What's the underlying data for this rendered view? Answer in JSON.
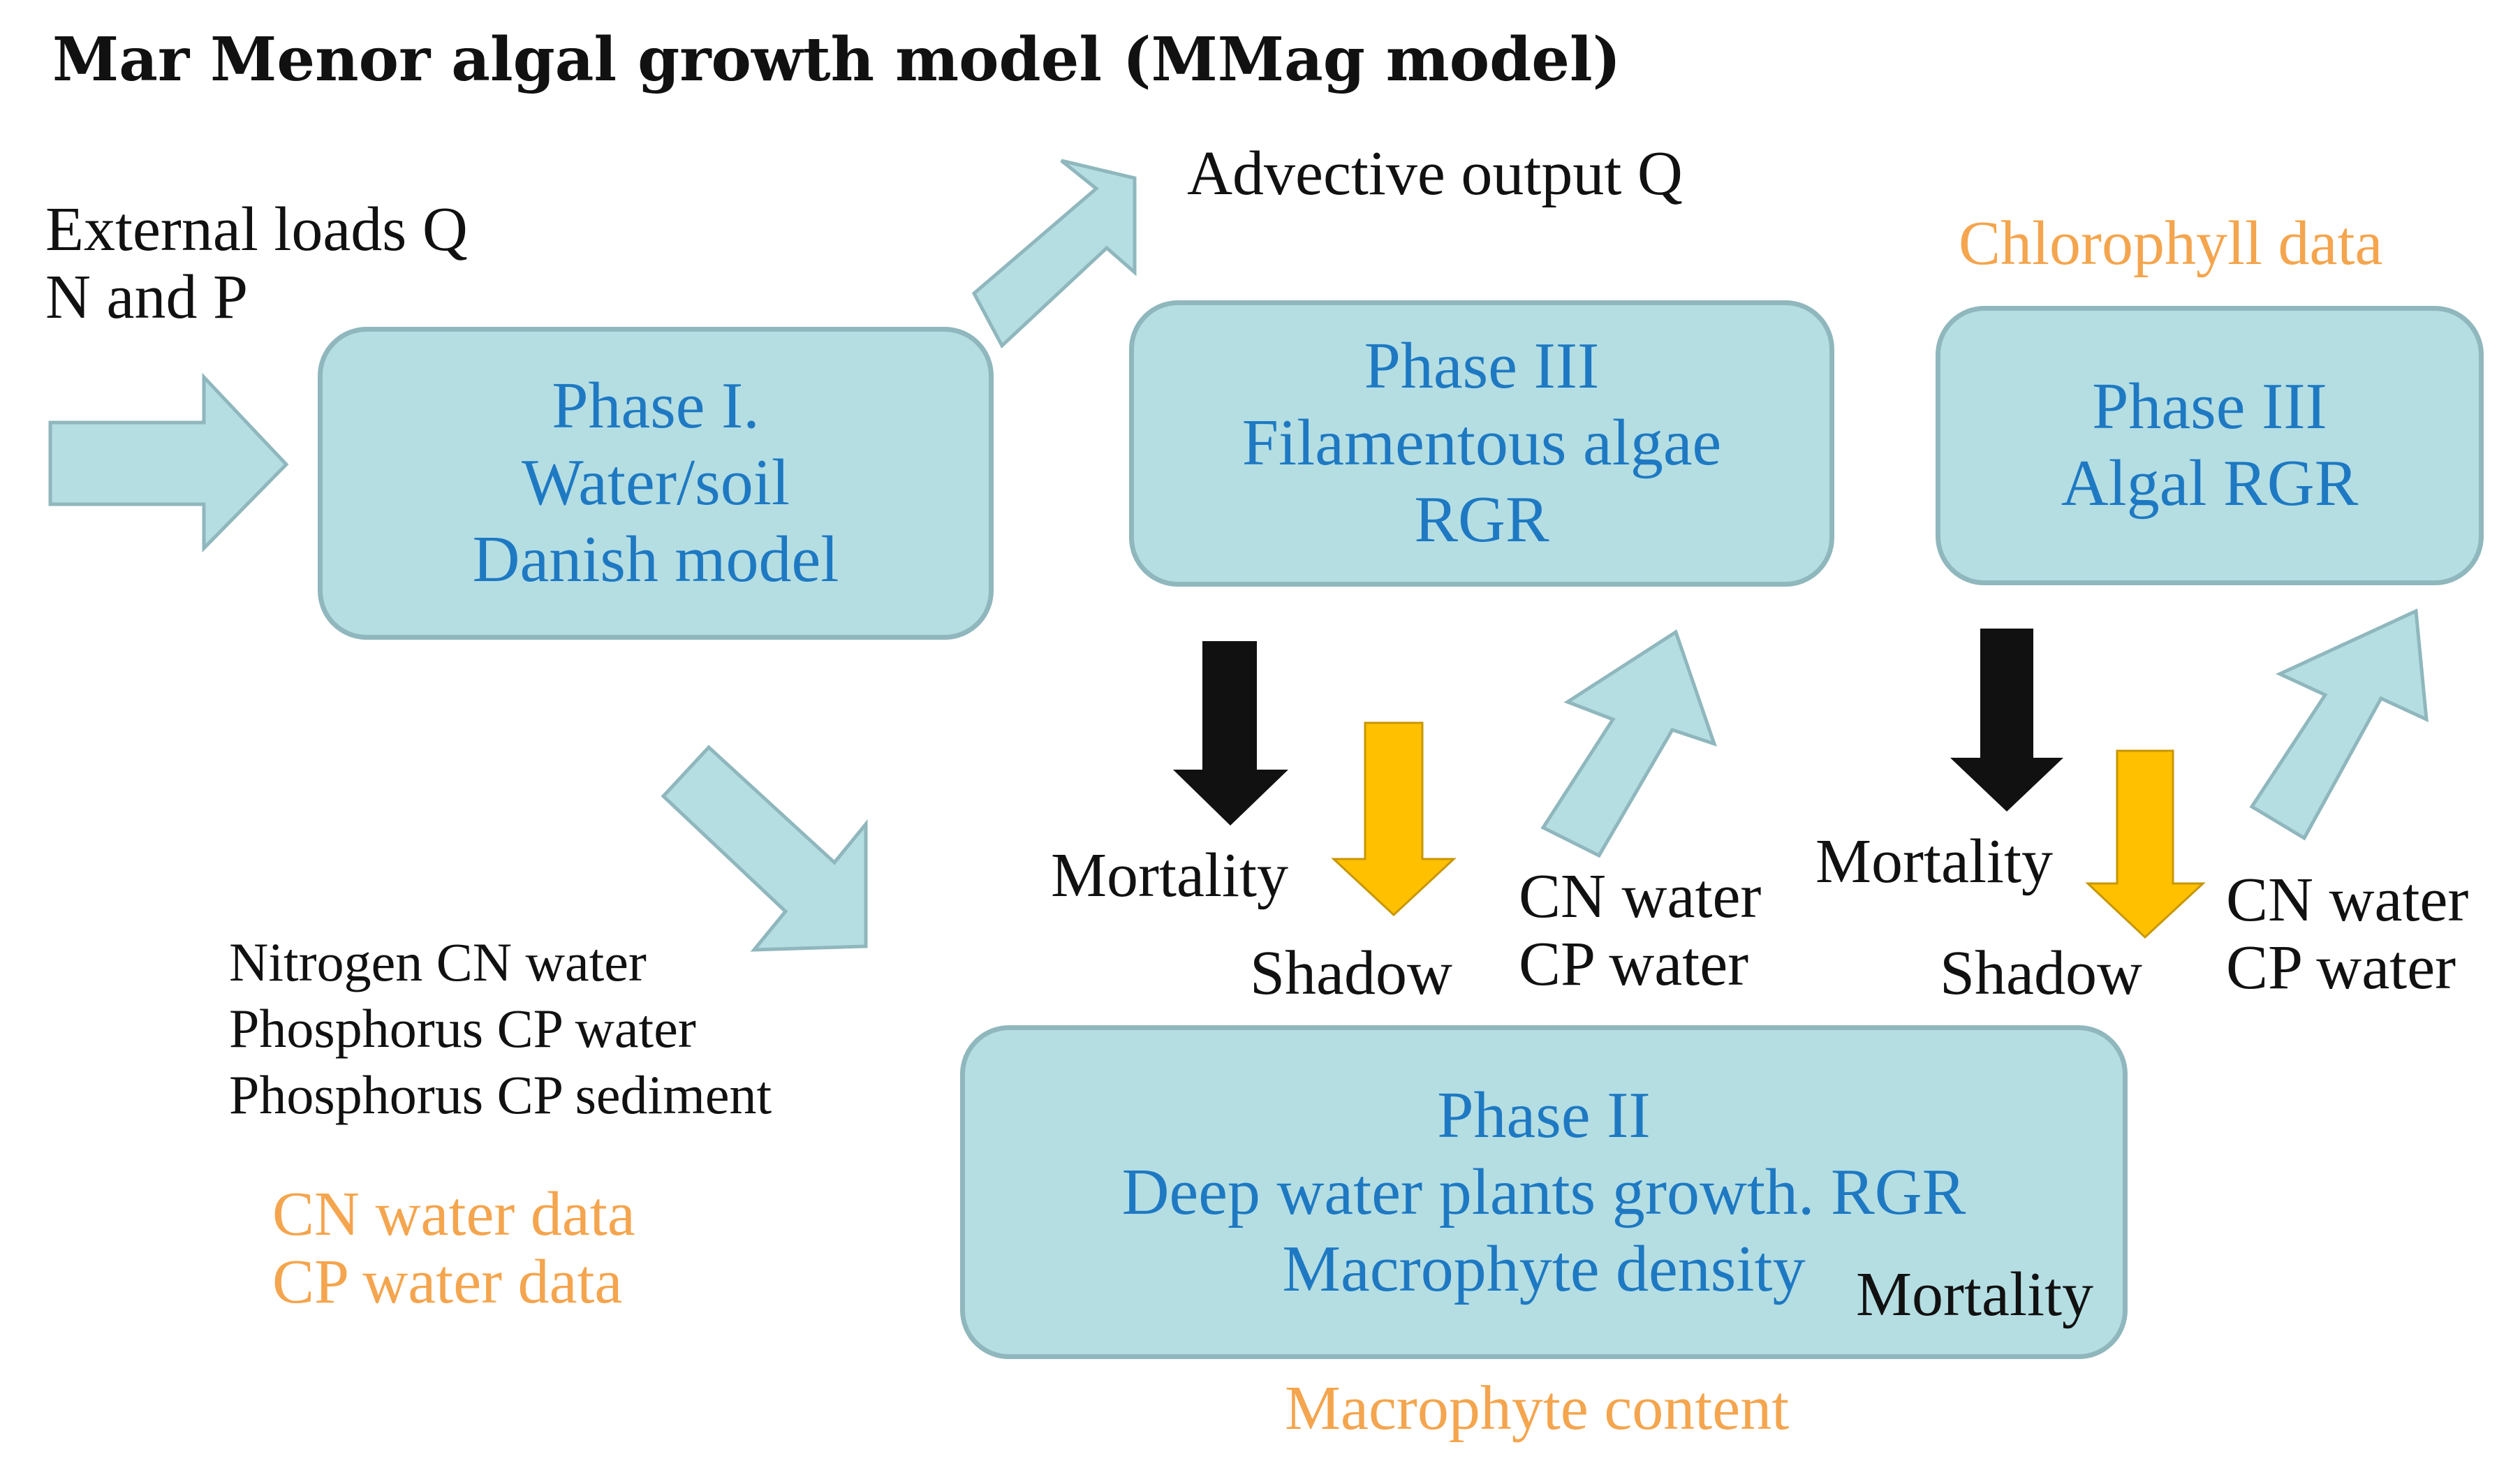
{
  "title": "Mar Menor algal growth model (MMag model)",
  "labels": {
    "external_loads": [
      "External loads Q",
      "N and P"
    ],
    "advective_output": "Advective output Q",
    "chlorophyll_data": "Chlorophyll data",
    "nutrients": [
      "Nitrogen CN water",
      "Phosphorus CP water",
      "Phosphorus CP sediment"
    ],
    "water_data": [
      "CN water data",
      "CP water data"
    ],
    "macrophyte_content": "Macrophyte content",
    "mortality_1": "Mortality",
    "shadow_1": "Shadow",
    "cn_cp_1": [
      "CN water",
      "CP water"
    ],
    "mortality_2": "Mortality",
    "shadow_2": "Shadow",
    "cn_cp_2": [
      "CN water",
      "CP water"
    ],
    "mortality_3": "Mortality"
  },
  "boxes": {
    "phase1": [
      "Phase I.",
      "Water/soil",
      "Danish model"
    ],
    "phase3a": [
      "Phase III",
      "Filamentous algae",
      "RGR"
    ],
    "phase3b": [
      "Phase III",
      "Algal RGR"
    ],
    "phase2": [
      "Phase II",
      "Deep water plants growth. RGR",
      "Macrophyte density"
    ]
  },
  "colors": {
    "box_fill": "#B5DEE3",
    "box_border": "#8FB7BD",
    "box_text": "#1E79C2",
    "data_text": "#F4A54E",
    "mortality_arrow": "#111111",
    "shadow_arrow": "#FFC000"
  }
}
